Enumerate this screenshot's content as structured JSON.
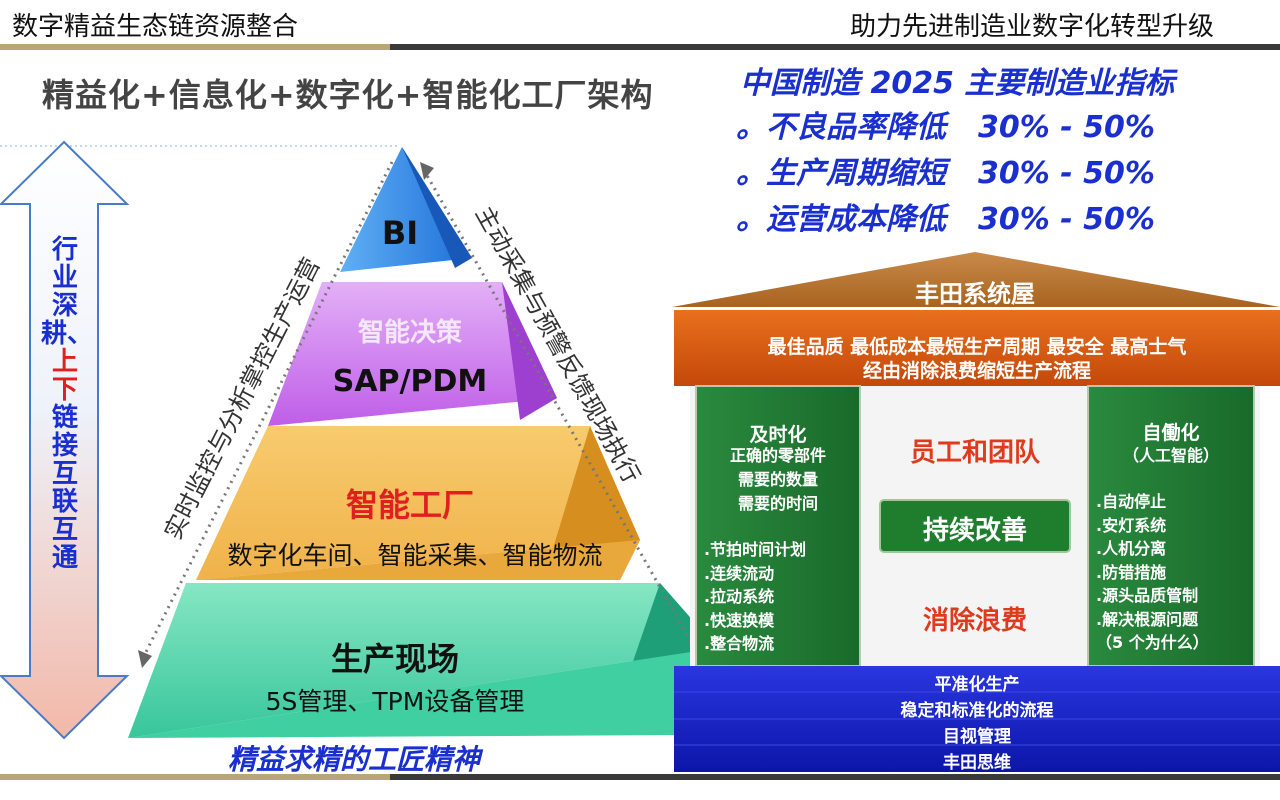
{
  "header": {
    "left_title": "数字精益生态链资源整合",
    "right_title": "助力先进制造业数字化转型升级"
  },
  "architecture_title": "精益化+信息化+数字化+智能化工厂架构",
  "made_in_china": {
    "title": "中国制造 2025 主要制造业指标",
    "targets": [
      {
        "bullet": "。",
        "label": "不良品率降低",
        "value": "30% - 50%"
      },
      {
        "bullet": "。",
        "label": "生产周期缩短",
        "value": "30% - 50%"
      },
      {
        "bullet": "。",
        "label": "运营成本降低",
        "value": "30% - 50%"
      }
    ]
  },
  "side_arrow": {
    "chars_blue_top": [
      "行",
      "业",
      "深",
      "耕、"
    ],
    "chars_red": [
      "上",
      "下"
    ],
    "chars_blue_bottom": [
      "链",
      "接",
      "互",
      "联",
      "互",
      "通"
    ]
  },
  "pyramid": {
    "left_arrow_text": "实时监控与分析掌控生产运营",
    "right_arrow_text": "主动采集与预警反馈现场执行",
    "level1": {
      "label": "BI"
    },
    "level2": {
      "title": "智能决策",
      "subtitle": "SAP/PDM"
    },
    "level3": {
      "title": "智能工厂",
      "subtitle": "数字化车间、智能采集、智能物流"
    },
    "level4": {
      "title": "生产现场",
      "subtitle": "5S管理、TPM设备管理"
    },
    "footer": "精益求精的工匠精神"
  },
  "toyota_house": {
    "roof": "丰田系统屋",
    "beam_line1": "最佳品质 最低成本最短生产周期 最安全 最高士气",
    "beam_line2": "经由消除浪费缩短生产流程",
    "left_pillar": {
      "title": "及时化",
      "subtitle_lines": [
        "正确的零部件",
        "需要的数量",
        "需要的时间"
      ],
      "items": [
        ".节拍时间计划",
        ".连续流动",
        ".拉动系统",
        ".快速换模",
        ".整合物流"
      ]
    },
    "center": {
      "top": "员工和团队",
      "middle": "持续改善",
      "bottom": "消除浪费"
    },
    "right_pillar": {
      "title": "自働化",
      "subtitle_lines": [
        "（人工智能）"
      ],
      "items": [
        ".自动停止",
        ".安灯系统",
        ".人机分离",
        ".防错措施",
        ".源头品质管制",
        ".解决根源问题",
        "（5 个为什么）"
      ]
    },
    "foundation": [
      "平准化生产",
      "稳定和标准化的流程",
      "目视管理",
      "丰田思维"
    ]
  },
  "colors": {
    "blue_text": "#1a2fd0",
    "red_text": "#e02020",
    "pillar_green": "#1e7a32",
    "beam_orange": "#d9560f",
    "foundation_blue": "#1420c8",
    "roof_brown": "#a8631f"
  }
}
